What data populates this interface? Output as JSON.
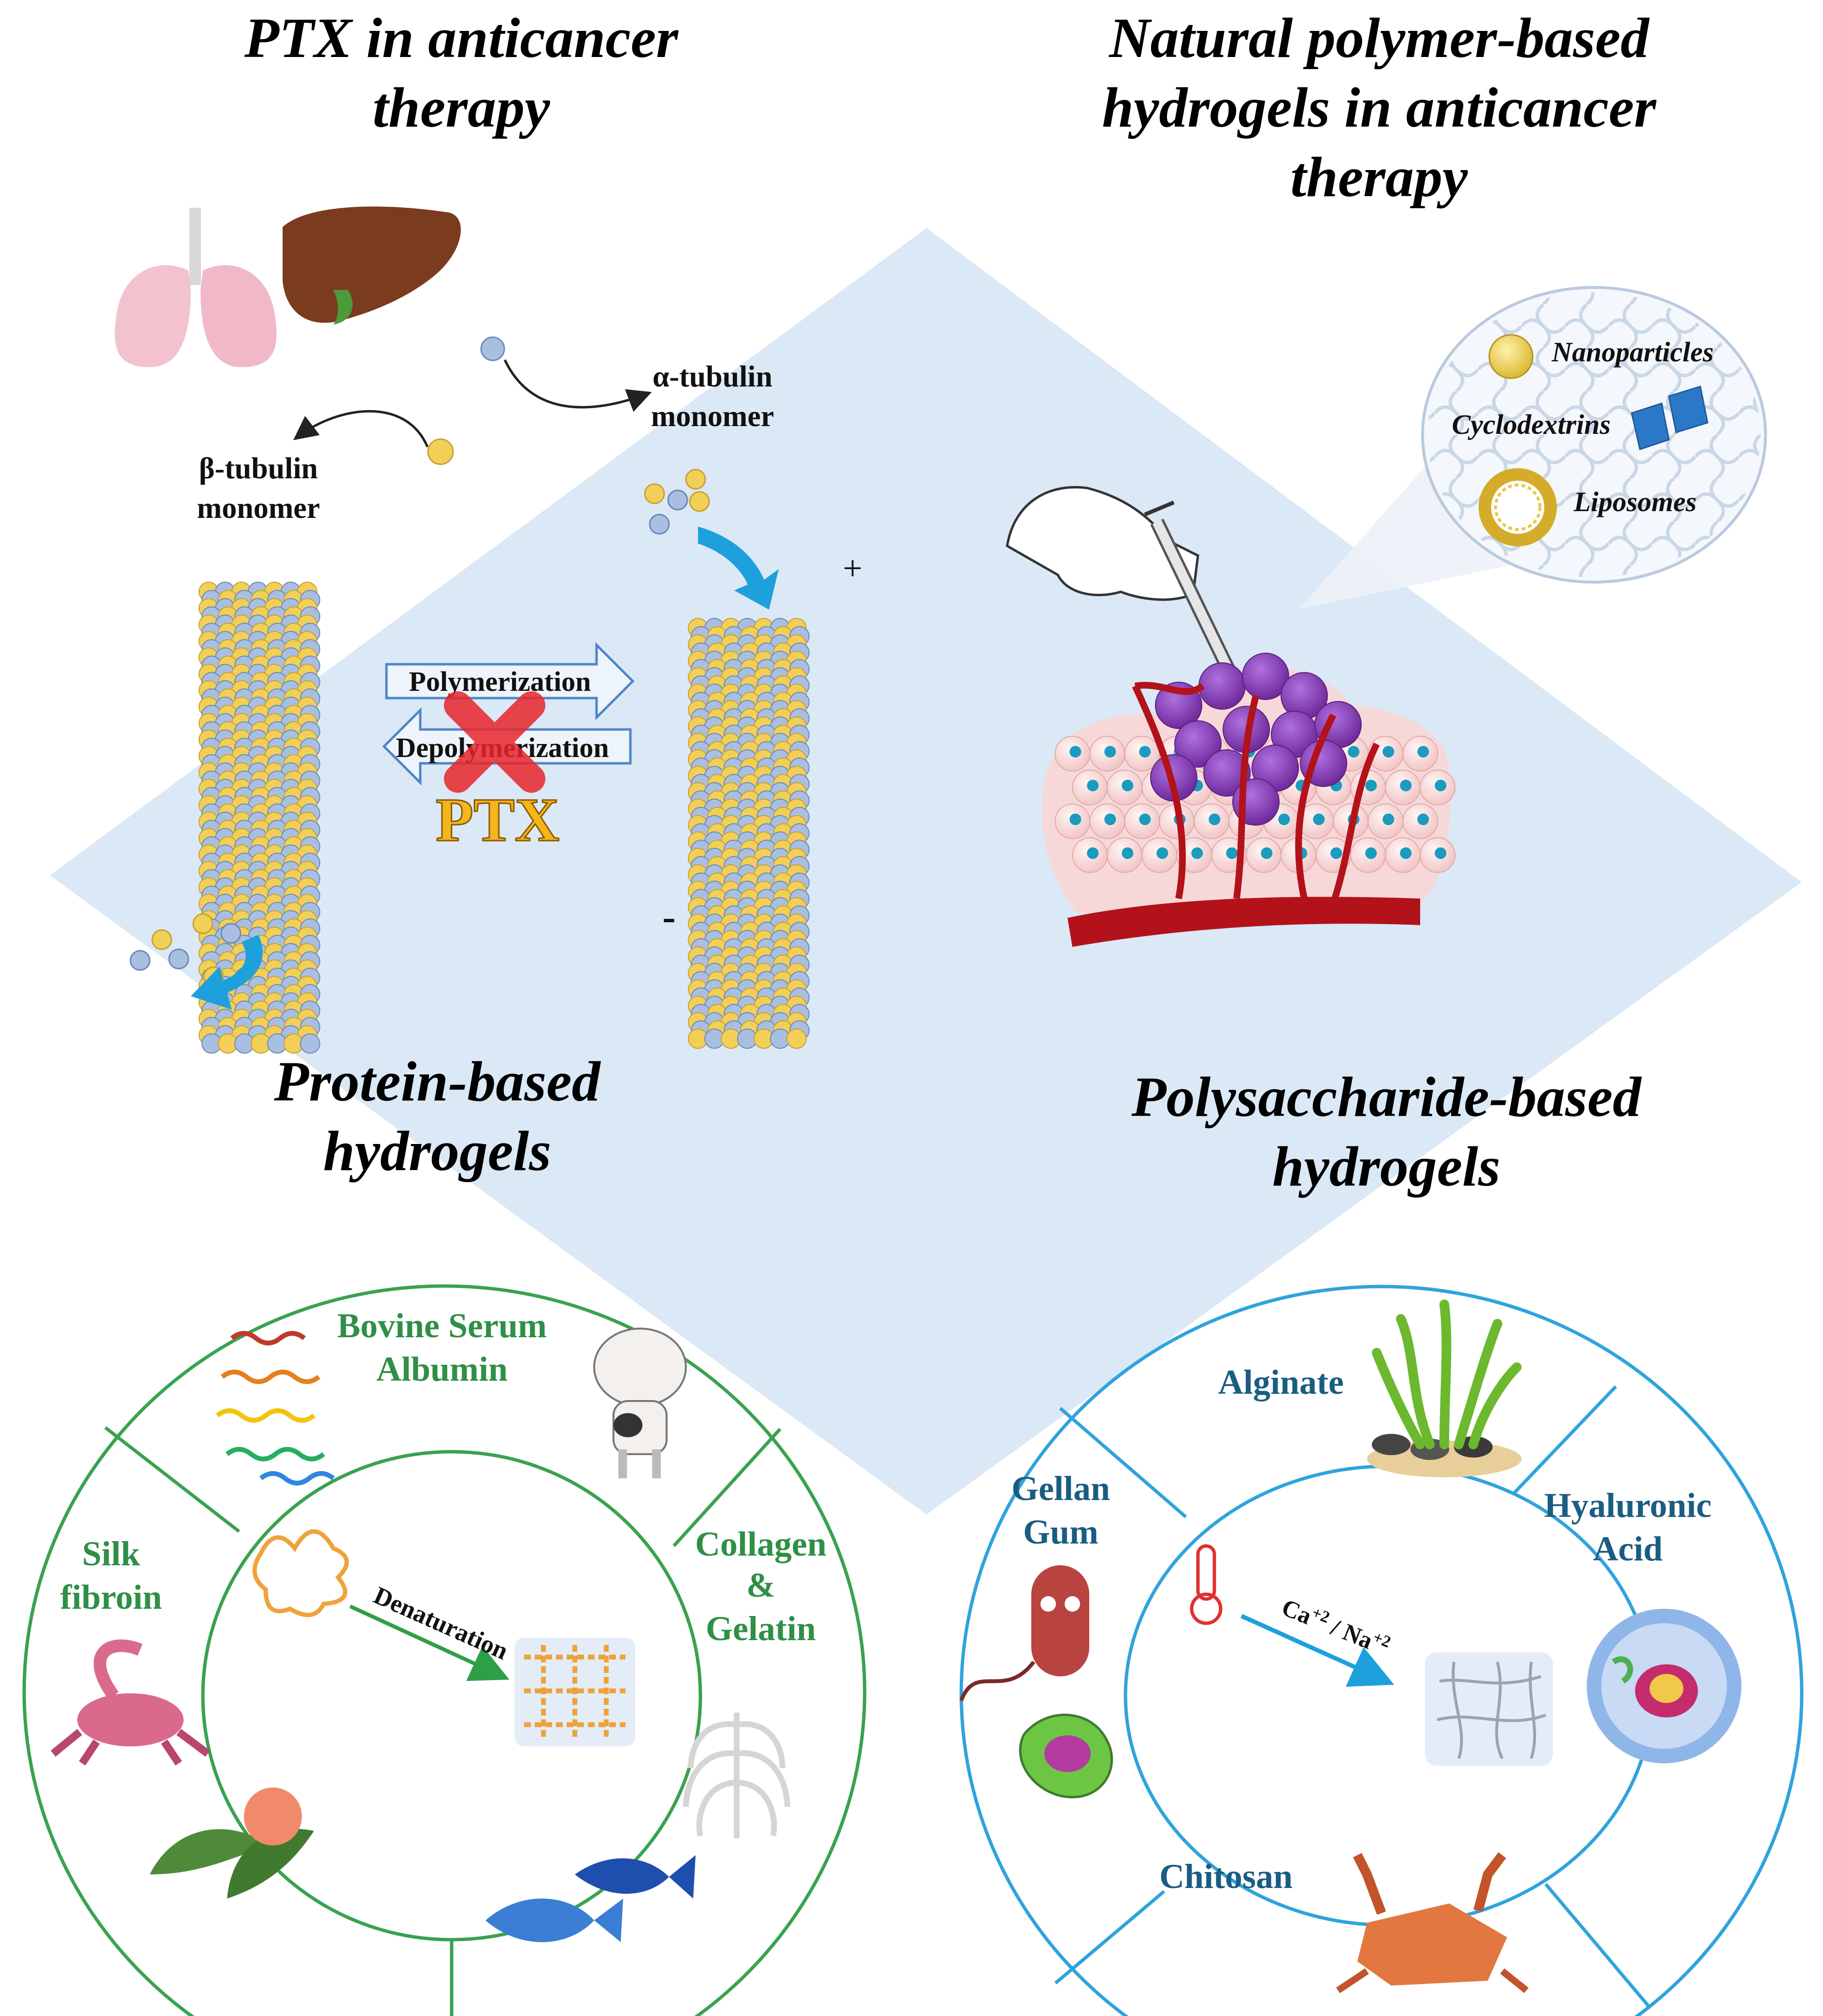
{
  "titles": {
    "ptx_line1": "PTX in anticancer",
    "ptx_line2": "therapy",
    "natural_line1": "Natural polymer-based",
    "natural_line2": "hydrogels in anticancer",
    "natural_line3": "therapy",
    "protein_line1": "Protein-based",
    "protein_line2": "hydrogels",
    "poly_line1": "Polysaccharide-based",
    "poly_line2": "hydrogels"
  },
  "tubulin": {
    "alpha_line1": "α-tubulin",
    "alpha_line2": "monomer",
    "beta_line1": "β-tubulin",
    "beta_line2": "monomer",
    "polymerization": "Polymerization",
    "depolymerization": "Depolymerization",
    "drug": "PTX",
    "plus": "+",
    "minus": "-"
  },
  "carriers": {
    "nanoparticles": "Nanoparticles",
    "cyclodextrins": "Cyclodextrins",
    "liposomes": "Liposomes"
  },
  "protein": {
    "bsa_line1": "Bovine Serum",
    "bsa_line2": "Albumin",
    "silk_line1": "Silk",
    "silk_line2": "fibroin",
    "collagen_line1": "Collagen",
    "collagen_line2": "&",
    "collagen_line3": "Gelatin",
    "process": "Denaturation"
  },
  "polysaccharide": {
    "alginate": "Alginate",
    "gellan_line1": "Gellan",
    "gellan_line2": "Gum",
    "hyaluronic_line1": "Hyaluronic",
    "hyaluronic_line2": "Acid",
    "chitosan": "Chitosan",
    "ion_ca": "Ca",
    "ion_ca_sup": "+2",
    "ion_sep": " / Na",
    "ion_na_sup": "+2"
  },
  "colors": {
    "diamond": "#dbe8f6",
    "alpha": "#a9bfe2",
    "beta": "#f2cf57",
    "blue_arrow": "#1ea0dc",
    "protein_ring": "#3aa24f",
    "poly_ring": "#2fa3dc",
    "tumor_purple": "#8b3fb8",
    "vessel_red": "#b3121b"
  }
}
